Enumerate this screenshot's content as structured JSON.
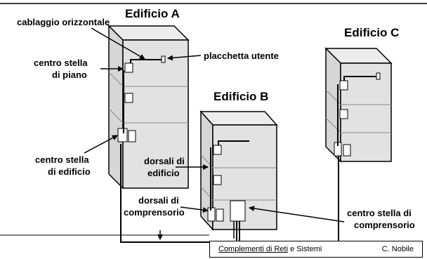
{
  "buildings": {
    "a": "Edificio A",
    "b": "Edificio B",
    "c": "Edificio C"
  },
  "labels": {
    "cablaggio": "cablaggio orizzontale",
    "placchetta": "placchetta utente",
    "centro_piano_1": "centro stella",
    "centro_piano_2": "di piano",
    "centro_edificio_1": "centro stella",
    "centro_edificio_2": "di edificio",
    "dorsali_edificio_1": "dorsali di",
    "dorsali_edificio_2": "edificio",
    "dorsali_comprensorio_1": "dorsali di",
    "dorsali_comprensorio_2": "comprensorio",
    "centro_comprensorio_1": "centro stella di",
    "centro_comprensorio_2": "comprensorio"
  },
  "footer": {
    "course_part1": "Complementi di ",
    "course_underlined": "Reti",
    "course_part2": " e Sistemi",
    "author": "C. Nobile"
  }
}
